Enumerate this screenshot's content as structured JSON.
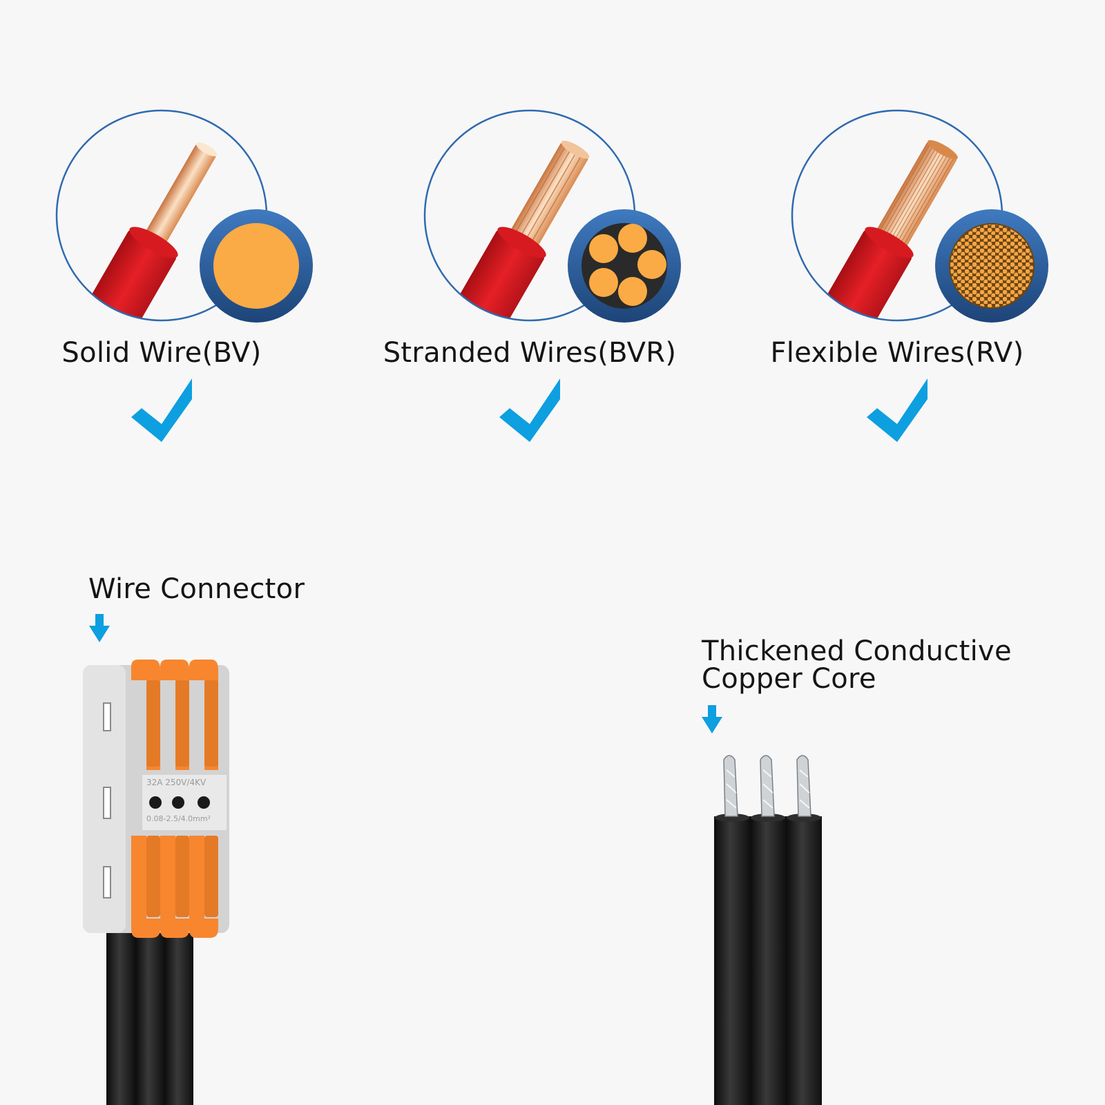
{
  "wire_types": [
    {
      "label": "Solid Wire(BV)",
      "core_icon": "solid-core-icon",
      "supported": true
    },
    {
      "label": "Stranded Wires(BVR)",
      "core_icon": "stranded-core-icon",
      "supported": true
    },
    {
      "label": "Flexible Wires(RV)",
      "core_icon": "flexible-core-icon",
      "supported": true
    }
  ],
  "connector": {
    "label": "Wire Connector",
    "rating_text": "32A 250V/4KV",
    "range_text": "0.08-2.5/4.0mm²"
  },
  "copper": {
    "label_line1": "Thickened Conductive",
    "label_line2": "Copper Core"
  },
  "colors": {
    "accent_blue": "#0e9fe0",
    "circle_outline": "#2f6ab0",
    "badge_blue": "#2c5c97",
    "copper_orange": "#fbab45",
    "insulation_red": "#d8191e",
    "lever_orange": "#f7862f",
    "connector_grey": "#d3d3d3",
    "cable_black": "#1e1e1e"
  }
}
